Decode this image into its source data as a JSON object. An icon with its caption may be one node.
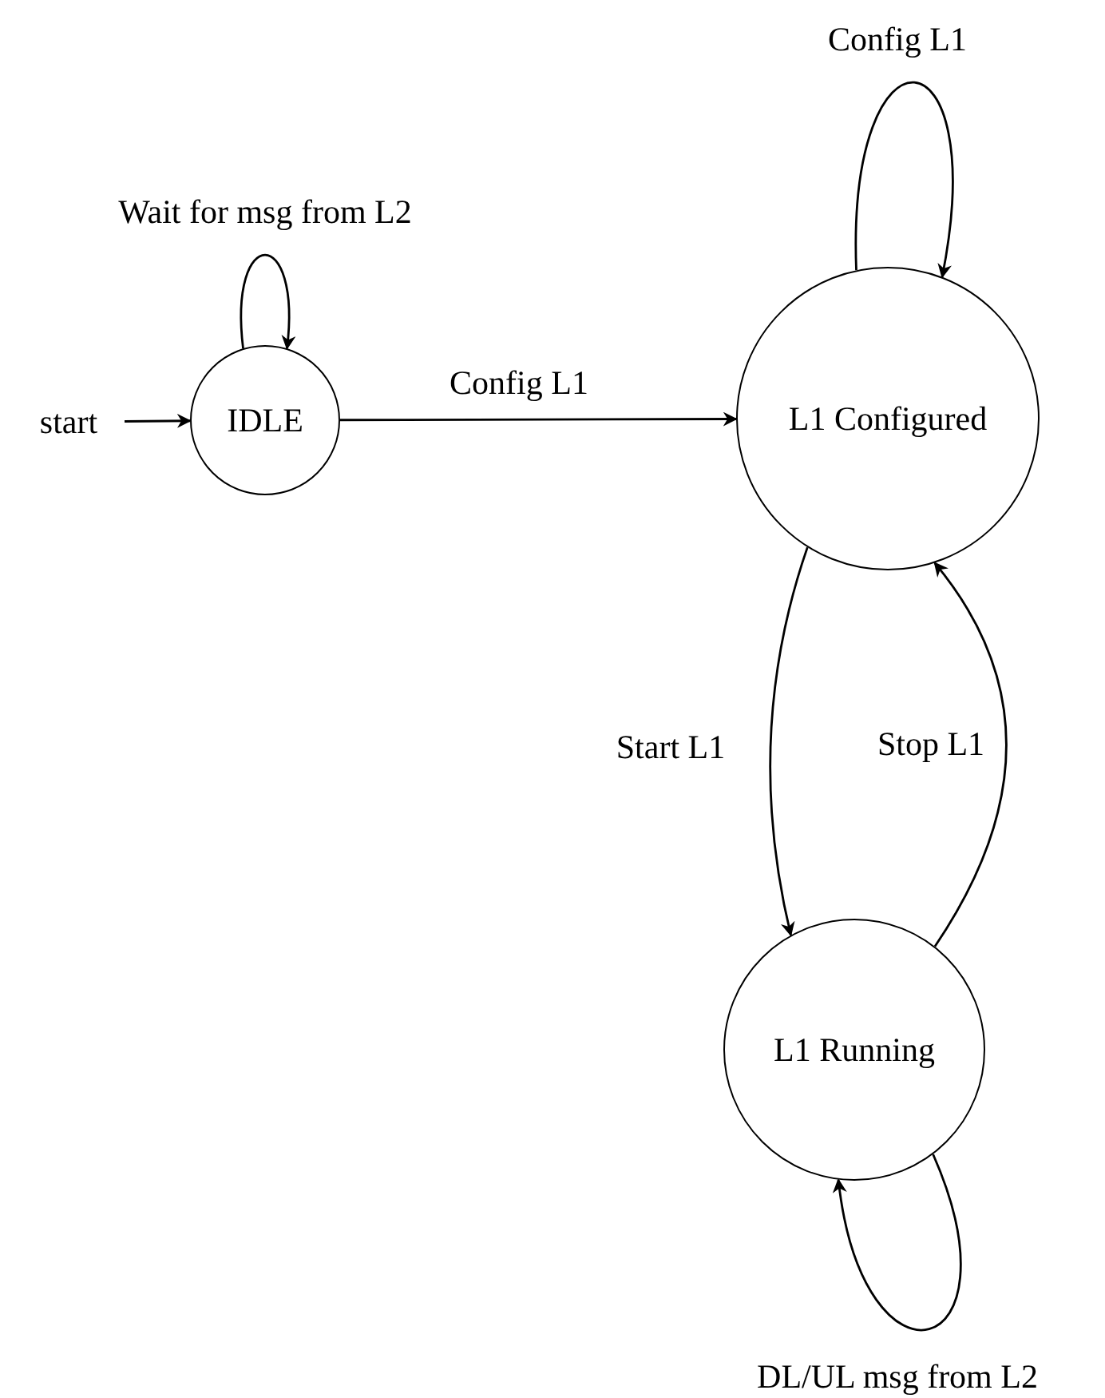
{
  "diagram": {
    "nodes": [
      {
        "text": [
          "start"
        ]
      },
      {
        "text": [
          "IDLE"
        ]
      },
      {
        "text": [
          "L1 Configured"
        ]
      },
      {
        "text": [
          "L1 Running"
        ]
      }
    ],
    "edges": [
      {
        "from": 0,
        "to": 1,
        "arrow": "to"
      },
      {
        "from": 1,
        "to": 1,
        "arrow": "to",
        "label": "Wait for msg from L2"
      },
      {
        "from": 1,
        "to": 2,
        "arrow": "to",
        "label": "Config L1"
      },
      {
        "from": 2,
        "to": 2,
        "arrow": "to",
        "label": "Config L1"
      },
      {
        "from": 2,
        "to": 3,
        "arrow": "to",
        "label": "Start L1"
      },
      {
        "from": 3,
        "to": 2,
        "arrow": "to",
        "label": "Stop L1"
      },
      {
        "from": 3,
        "to": 3,
        "arrow": "to",
        "label": "DL/UL msg from L2"
      }
    ]
  }
}
